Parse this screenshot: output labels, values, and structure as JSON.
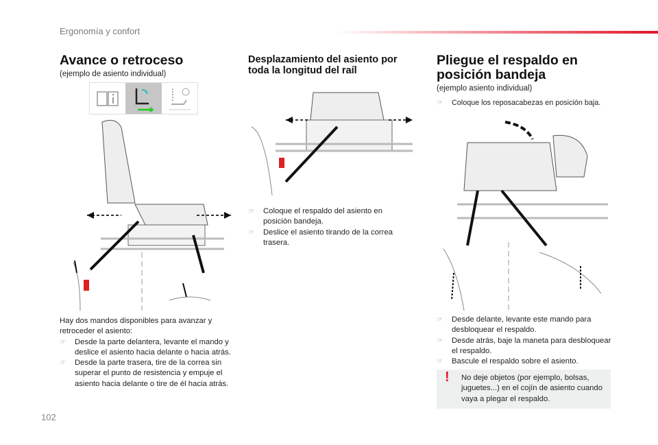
{
  "header": {
    "section": "Ergonomía y confort",
    "page_number": "102",
    "accent": "#e3172b"
  },
  "col1": {
    "title": "Avance o retroceso",
    "subtitle": "(ejemplo de asiento individual)",
    "intro": "Hay dos mandos disponibles para avanzar y retroceder el asiento:",
    "bullets": [
      "Desde la parte delantera, levante el mando y deslice el asiento hacia delante o hacia atrás.",
      "Desde la parte trasera, tire de la correa sin superar el punto de resistencia y empuje el asiento hacia delante o tire de él hacia atrás."
    ]
  },
  "col2": {
    "title": "Desplazamiento del asiento por toda la longitud del raíl",
    "bullets": [
      "Coloque el respaldo del asiento en posición bandeja.",
      "Deslice el asiento tirando de la correa trasera."
    ]
  },
  "col3": {
    "title": "Pliegue el respaldo en posición bandeja",
    "subtitle": "(ejemplo asiento individual)",
    "pre_bullet": "Coloque los reposacabezas en posición baja.",
    "bullets": [
      "Desde delante, levante este mando para desbloquear el respaldo.",
      "Desde atrás, baje la maneta para desbloquear el respaldo.",
      "Bascule el respaldo sobre el asiento."
    ],
    "warning": "No deje objetos (por ejemplo, bolsas, juguetes...) en el cojín de asiento cuando vaya a plegar el respaldo."
  },
  "icons": {
    "bullet": "☞",
    "warning": "!"
  }
}
